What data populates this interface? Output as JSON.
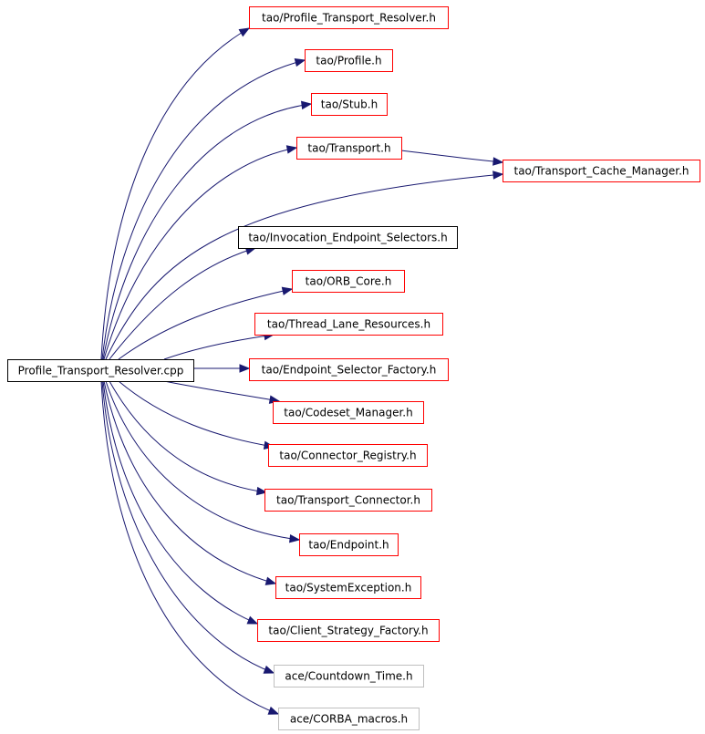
{
  "colors": {
    "edge": "#191970",
    "root_fill": "#bfbfbf",
    "root_border": "#000000",
    "linked_border": "#ff0000",
    "plain_border": "#000000",
    "external_border": "#bfbfbf"
  },
  "graph": {
    "root": {
      "id": "root",
      "label": "Profile_Transport_Resolver.cpp",
      "style": "root"
    },
    "nodes": [
      {
        "id": "n0",
        "label": "tao/Profile_Transport_Resolver.h",
        "style": "linked"
      },
      {
        "id": "n1",
        "label": "tao/Profile.h",
        "style": "linked"
      },
      {
        "id": "n2",
        "label": "tao/Stub.h",
        "style": "linked"
      },
      {
        "id": "n3",
        "label": "tao/Transport.h",
        "style": "linked"
      },
      {
        "id": "n4",
        "label": "tao/Transport_Cache_Manager.h",
        "style": "linked"
      },
      {
        "id": "n5",
        "label": "tao/Invocation_Endpoint_Selectors.h",
        "style": "plain"
      },
      {
        "id": "n6",
        "label": "tao/ORB_Core.h",
        "style": "linked"
      },
      {
        "id": "n7",
        "label": "tao/Thread_Lane_Resources.h",
        "style": "linked"
      },
      {
        "id": "n8",
        "label": "tao/Endpoint_Selector_Factory.h",
        "style": "linked"
      },
      {
        "id": "n9",
        "label": "tao/Codeset_Manager.h",
        "style": "linked"
      },
      {
        "id": "n10",
        "label": "tao/Connector_Registry.h",
        "style": "linked"
      },
      {
        "id": "n11",
        "label": "tao/Transport_Connector.h",
        "style": "linked"
      },
      {
        "id": "n12",
        "label": "tao/Endpoint.h",
        "style": "linked"
      },
      {
        "id": "n13",
        "label": "tao/SystemException.h",
        "style": "linked"
      },
      {
        "id": "n14",
        "label": "tao/Client_Strategy_Factory.h",
        "style": "linked"
      },
      {
        "id": "n15",
        "label": "ace/Countdown_Time.h",
        "style": "external"
      },
      {
        "id": "n16",
        "label": "ace/CORBA_macros.h",
        "style": "external"
      }
    ],
    "edges": [
      {
        "from": "root",
        "to": "n0"
      },
      {
        "from": "root",
        "to": "n1"
      },
      {
        "from": "root",
        "to": "n2"
      },
      {
        "from": "root",
        "to": "n3"
      },
      {
        "from": "root",
        "to": "n4"
      },
      {
        "from": "n3",
        "to": "n4"
      },
      {
        "from": "root",
        "to": "n5"
      },
      {
        "from": "root",
        "to": "n6"
      },
      {
        "from": "root",
        "to": "n7"
      },
      {
        "from": "root",
        "to": "n8"
      },
      {
        "from": "root",
        "to": "n9"
      },
      {
        "from": "root",
        "to": "n10"
      },
      {
        "from": "root",
        "to": "n11"
      },
      {
        "from": "root",
        "to": "n12"
      },
      {
        "from": "root",
        "to": "n13"
      },
      {
        "from": "root",
        "to": "n14"
      },
      {
        "from": "root",
        "to": "n15"
      },
      {
        "from": "root",
        "to": "n16"
      }
    ]
  }
}
